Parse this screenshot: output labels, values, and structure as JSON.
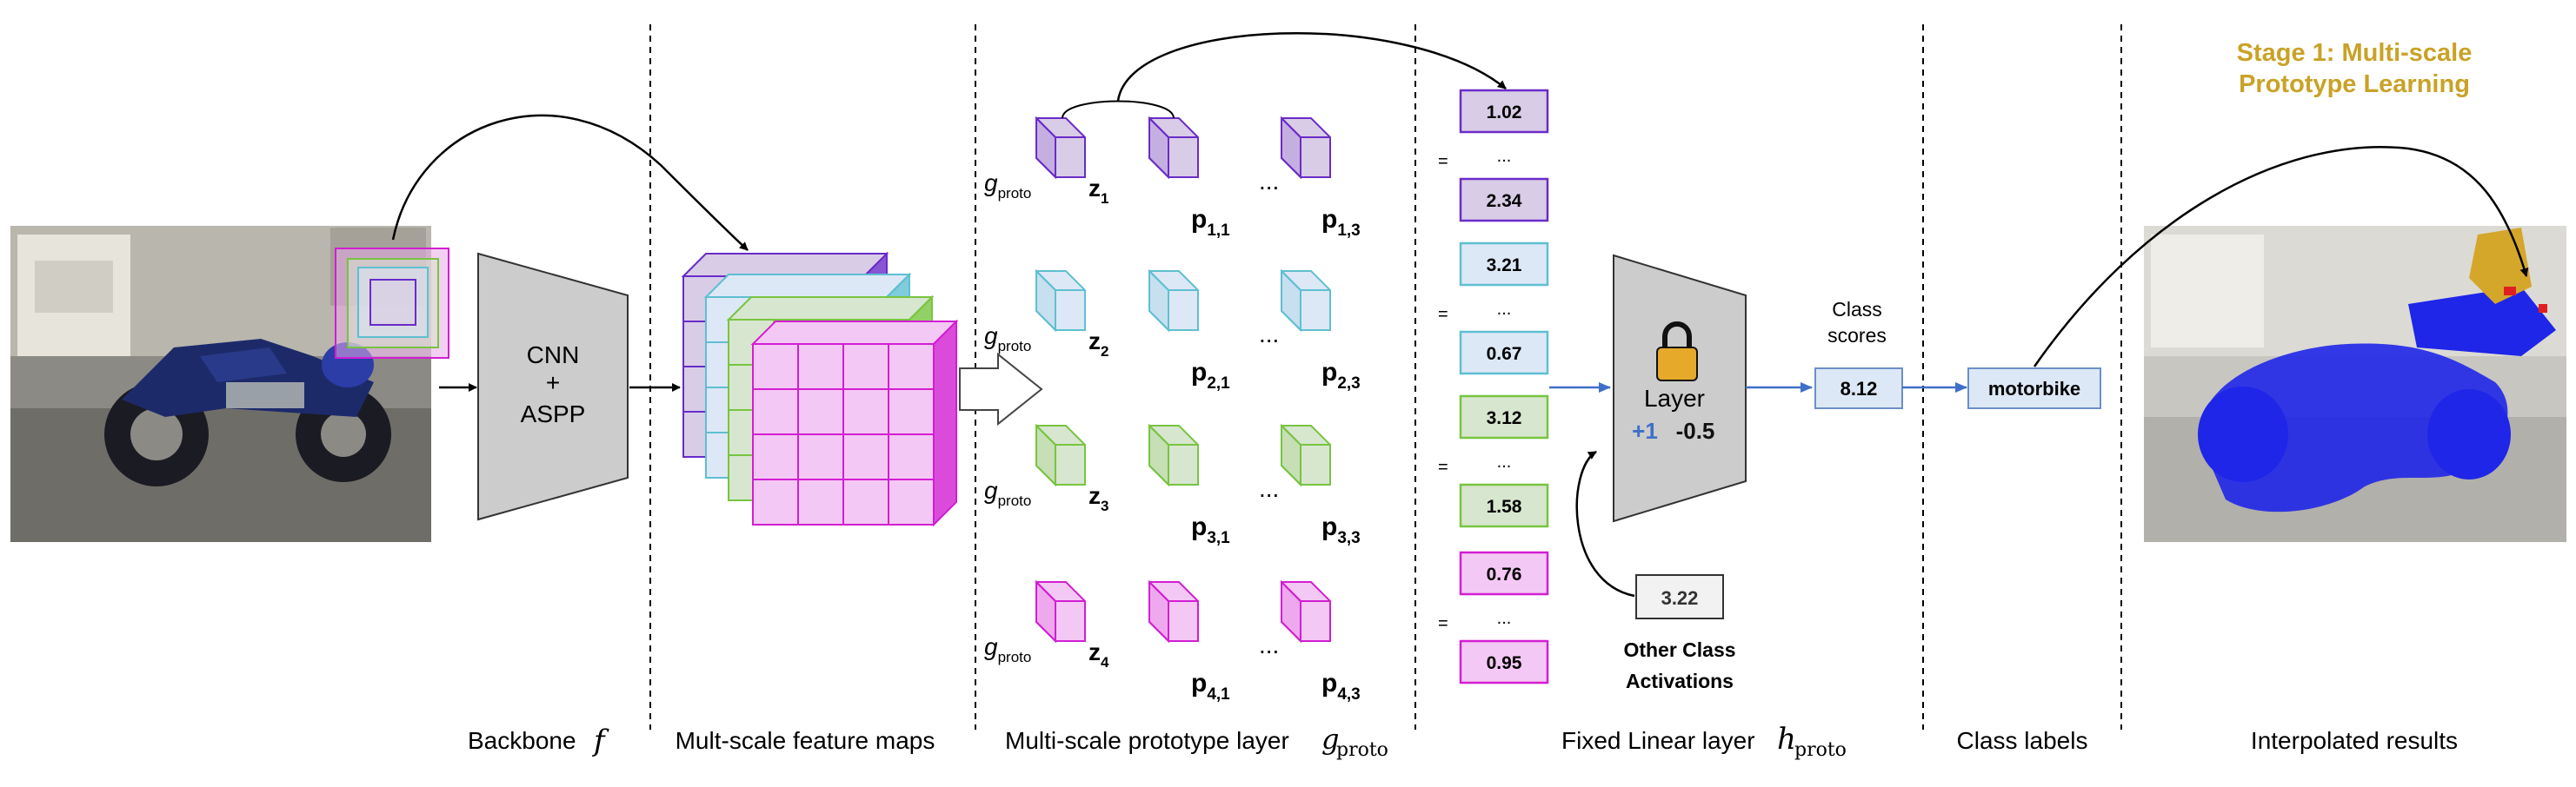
{
  "stage_title": {
    "line1": "Stage 1: Multi-scale",
    "line2": "Prototype Learning"
  },
  "backbone": {
    "line1": "CNN",
    "line2": "+",
    "line3": "ASPP"
  },
  "bottom_labels": {
    "backbone": "Backbone",
    "backbone_sym": "f",
    "feature_maps": "Mult-scale feature maps",
    "prototype_layer": "Multi-scale prototype layer",
    "prototype_sym": "g",
    "prototype_sub": "proto",
    "linear_layer": "Fixed Linear layer",
    "linear_sym": "h",
    "linear_sub": "proto",
    "class_labels": "Class labels",
    "results": "Interpolated results"
  },
  "proto_rows": [
    {
      "g": "g",
      "g_sub": "proto",
      "z": "z",
      "z_sub": "1",
      "p_first": "p",
      "p_first_sub": "1,1",
      "p_last": "p",
      "p_last_sub": "1,3"
    },
    {
      "g": "g",
      "g_sub": "proto",
      "z": "z",
      "z_sub": "2",
      "p_first": "p",
      "p_first_sub": "2,1",
      "p_last": "p",
      "p_last_sub": "2,3"
    },
    {
      "g": "g",
      "g_sub": "proto",
      "z": "z",
      "z_sub": "3",
      "p_first": "p",
      "p_first_sub": "3,1",
      "p_last": "p",
      "p_last_sub": "3,3"
    },
    {
      "g": "g",
      "g_sub": "proto",
      "z": "z",
      "z_sub": "4",
      "p_first": "p",
      "p_first_sub": "4,1",
      "p_last": "p",
      "p_last_sub": "4,3"
    }
  ],
  "ellipsis": "...",
  "equals": "=",
  "score_groups": [
    {
      "top": "1.02",
      "mid": "...",
      "bottom": "2.34"
    },
    {
      "top": "3.21",
      "mid": "...",
      "bottom": "0.67"
    },
    {
      "top": "3.12",
      "mid": "...",
      "bottom": "1.58"
    },
    {
      "top": "0.76",
      "mid": "...",
      "bottom": "0.95"
    }
  ],
  "layer": {
    "label": "Layer",
    "pos": "+1",
    "neg": "-0.5"
  },
  "other_activation": {
    "value": "3.22",
    "line1": "Other Class",
    "line2": "Activations"
  },
  "class_scores": {
    "line1": "Class",
    "line2": "scores",
    "value": "8.12"
  },
  "class_label": "motorbike",
  "colors": {
    "purple": "#6a2bc9",
    "purple_fill": "#d9cce6",
    "cyan": "#5fbfd1",
    "cyan_fill": "#dde8f6",
    "green": "#78c440",
    "green_fill": "#d7e6cf",
    "magenta": "#d21ed2",
    "magenta_fill": "#f4c8f4",
    "arrow_blue": "#3f6fc8",
    "gold": "#c9a227",
    "mask_blue": "#1f26e8"
  }
}
